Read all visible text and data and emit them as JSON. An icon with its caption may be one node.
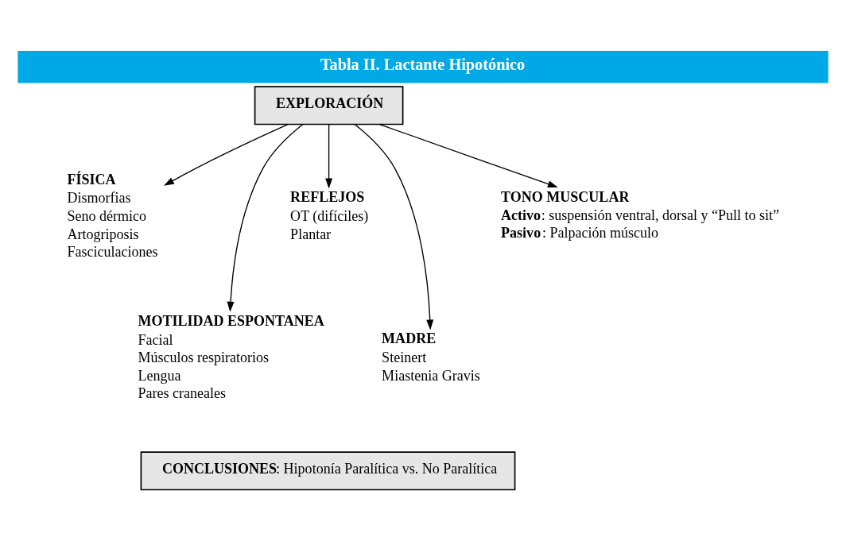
{
  "diagram": {
    "title": "Tabla II. Lactante Hipotónico",
    "nodes": [
      {
        "text": [
          "EXPLORACIÓN"
        ]
      },
      {
        "text": [
          "FÍSICA",
          "Dismorfias",
          "Seno dérmico",
          "Artogriposis",
          "Fasciculaciones"
        ]
      },
      {
        "text": [
          "MOTILIDAD ESPONTANEA",
          "Facial",
          "Músculos respiratorios",
          "Lengua",
          "Pares craneales"
        ]
      },
      {
        "text": [
          "REFLEJOS",
          "OT (difíciles)",
          "Plantar"
        ]
      },
      {
        "text": [
          "MADRE",
          "Steinert",
          "Miastenia Gravis"
        ]
      },
      {
        "text": [
          "TONO MUSCULAR",
          "**Activo**: suspensión ventral, dorsal y “Pull to sit”",
          "**Pasivo**: Palpación músculo"
        ]
      },
      {
        "text": [
          "**CONCLUSIONES**: Hipotonía Paralítica vs. No Paralítica"
        ]
      }
    ],
    "edges": [
      {
        "from": 0,
        "to": 1,
        "arrow": "to"
      },
      {
        "from": 0,
        "to": 2,
        "arrow": "to"
      },
      {
        "from": 0,
        "to": 3,
        "arrow": "to"
      },
      {
        "from": 0,
        "to": 4,
        "arrow": "to"
      },
      {
        "from": 0,
        "to": 5,
        "arrow": "to"
      }
    ]
  }
}
